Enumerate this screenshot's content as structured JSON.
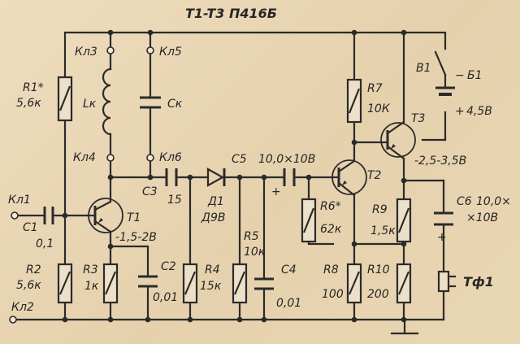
{
  "title": "T1-T3 П416Б",
  "terminals": {
    "kl1": "Кл1",
    "kl2": "Кл2",
    "kl3": "Кл3",
    "kl4": "Кл4",
    "kl5": "Кл5",
    "kl6": "Кл6"
  },
  "components": {
    "r1": {
      "name": "R1*",
      "value": "5,6к"
    },
    "r2": {
      "name": "R2",
      "value": "5,6к"
    },
    "r3": {
      "name": "R3",
      "value": "1к"
    },
    "r4": {
      "name": "R4",
      "value": "15к"
    },
    "r5": {
      "name": "R5",
      "value": "10к"
    },
    "r6": {
      "name": "R6*",
      "value": "62к"
    },
    "r7": {
      "name": "R7",
      "value": "10К"
    },
    "r8": {
      "name": "R8",
      "value": "100"
    },
    "r9": {
      "name": "R9",
      "value": "1,5к"
    },
    "r10": {
      "name": "R10",
      "value": "200"
    },
    "c1": {
      "name": "C1",
      "value": "0,1"
    },
    "c2": {
      "name": "C2",
      "value": "0,01"
    },
    "c3": {
      "name": "C3",
      "value": "15"
    },
    "c4": {
      "name": "C4",
      "value": "0,01"
    },
    "c5": {
      "name": "C5",
      "value": "10,0×10В"
    },
    "c6": {
      "name": "C6",
      "value": "10,0×",
      "value2": "×10В"
    },
    "ck": {
      "name": "Cк"
    },
    "lk": {
      "name": "Lк"
    },
    "d1": {
      "name": "Д1",
      "value": "Д9В"
    },
    "t1": {
      "name": "T1",
      "voltage": "-1,5-2В"
    },
    "t2": {
      "name": "T2"
    },
    "t3": {
      "name": "T3",
      "voltage": "-2,5-3,5В"
    },
    "b1": {
      "name": "В1"
    },
    "battery": {
      "name": "Б1",
      "value": "4,5В",
      "minus": "−",
      "plus": "+"
    },
    "phone": {
      "name": "Тф1"
    },
    "c5plus": "+",
    "c6plus": "+"
  }
}
